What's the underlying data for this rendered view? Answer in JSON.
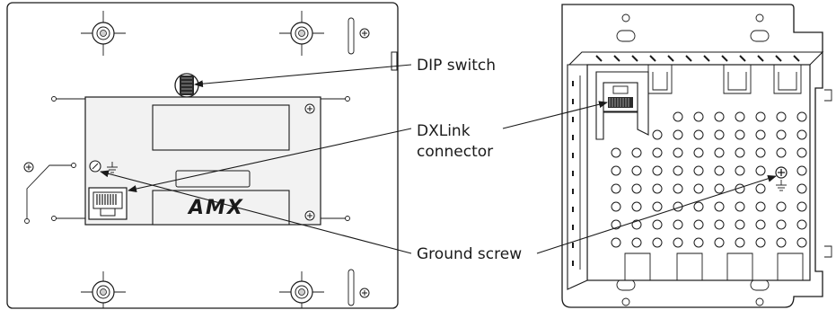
{
  "callouts": {
    "dip_switch": "DIP switch",
    "dxlink_line1": "DXLink",
    "dxlink_line2": "connector",
    "ground_screw": "Ground screw"
  },
  "logo_text": "AMX",
  "colors": {
    "line": "#1a1a1a",
    "background": "#ffffff",
    "plate_fill": "#f2f2f2",
    "device_fill": "#ffffff"
  }
}
